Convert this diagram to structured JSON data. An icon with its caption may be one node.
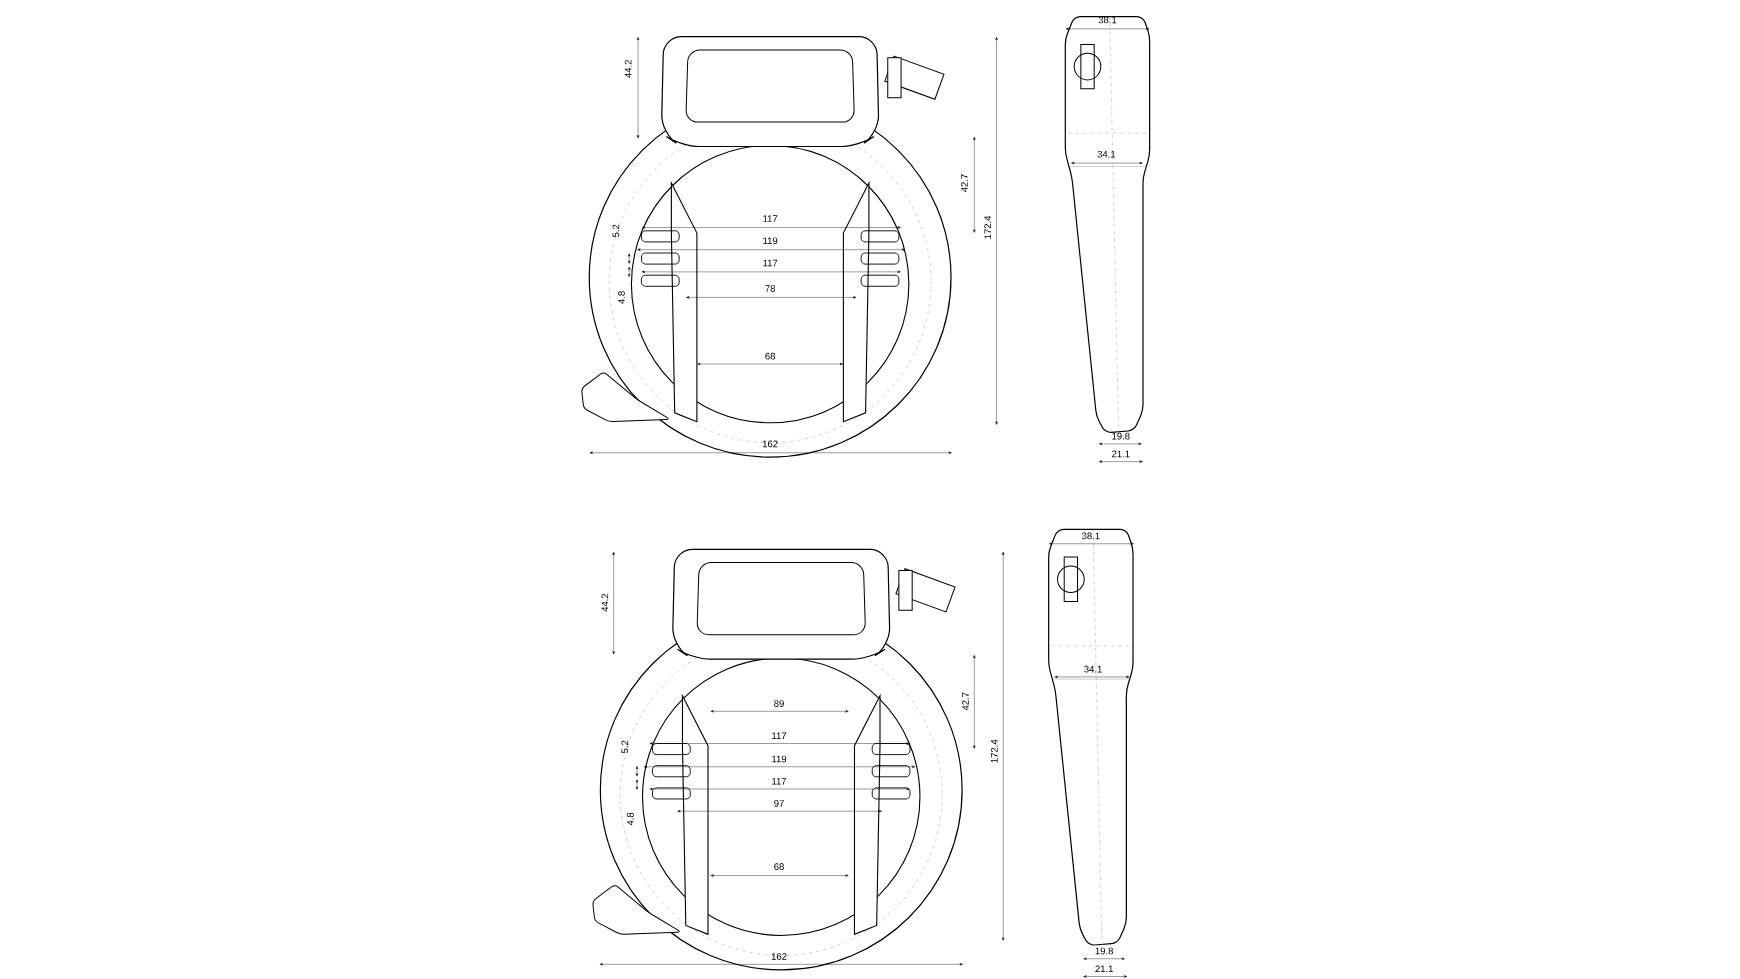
{
  "diagram": {
    "labels": [
      "38.1",
      "44.2",
      "42.7",
      "34.1",
      "117",
      "5.2",
      "119",
      "172.4",
      "117",
      "4.8",
      "78",
      "68",
      "19.8",
      "162",
      "21.1",
      "38.1",
      "44.2",
      "42.7",
      "34.1",
      "89",
      "117",
      "5.2",
      "119",
      "172.4",
      "117",
      "97",
      "4.8",
      "68",
      "19.8",
      "162",
      "21.1"
    ]
  }
}
